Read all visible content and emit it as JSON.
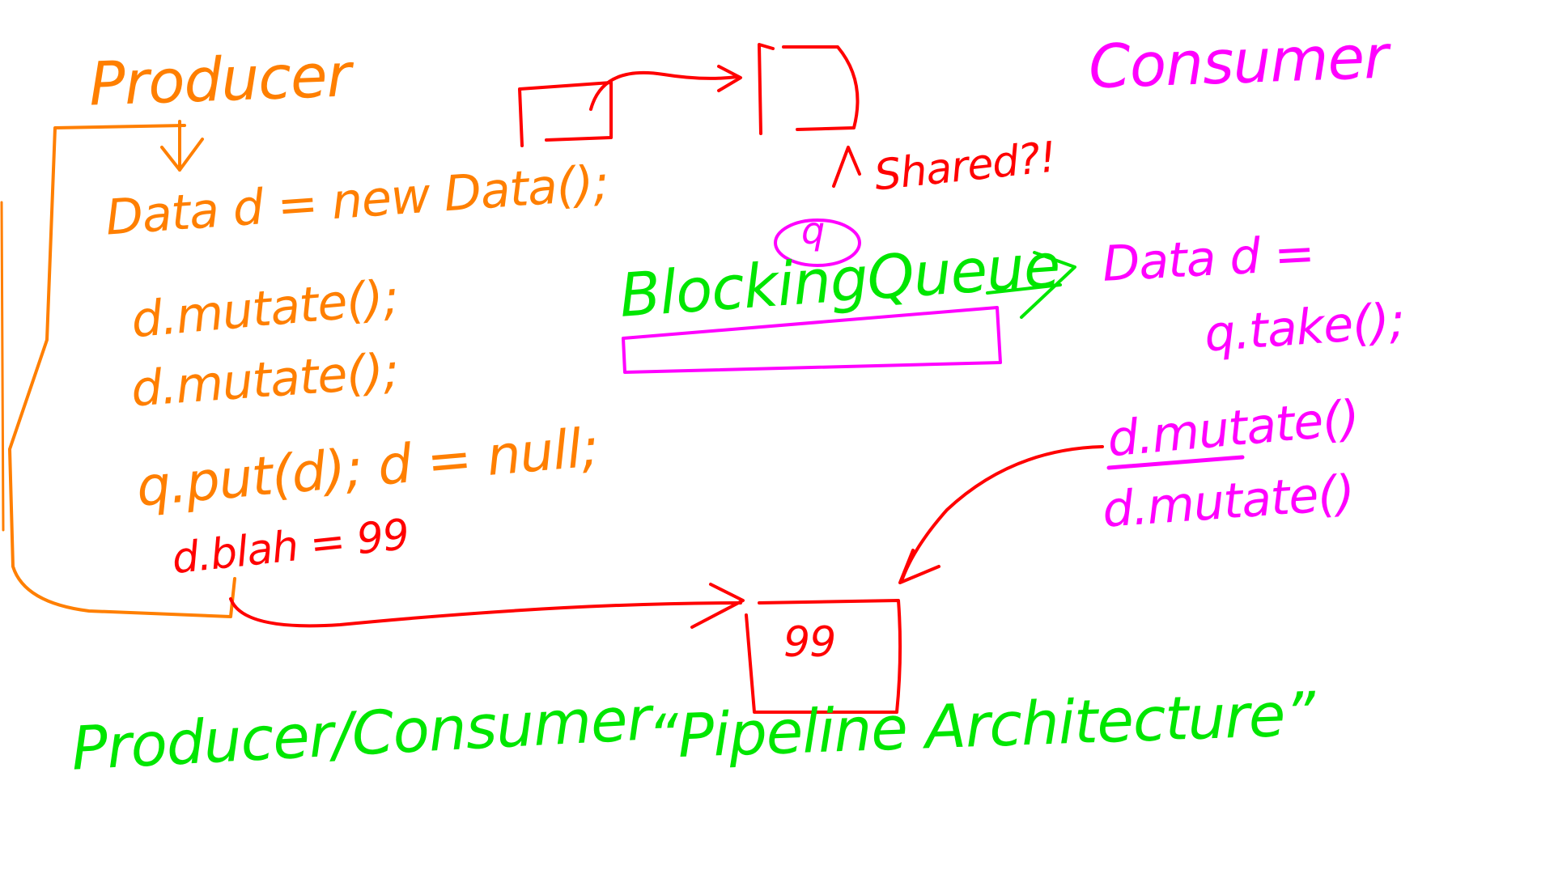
{
  "labels": {
    "producer": "Producer",
    "consumer": "Consumer",
    "shared": "Shared?!",
    "blocking_queue": "BlockingQueue",
    "queue_var": "q",
    "data_box_value": "99",
    "footer_left": "Producer/Consumer",
    "footer_right": "“Pipeline Architecture”"
  },
  "producer_code": [
    "Data d = new Data();",
    "d.mutate();",
    "d.mutate();",
    "q.put(d); d = null;",
    "d.blah = 99"
  ],
  "consumer_code": [
    "Data d =",
    "q.take();",
    "d.mutate()",
    "d.mutate()"
  ],
  "colors": {
    "producer": "#ff7f00",
    "consumer": "#ff00ff",
    "annotation": "#ff0000",
    "queue": "#00e600",
    "queue_box": "#ff00ff"
  }
}
